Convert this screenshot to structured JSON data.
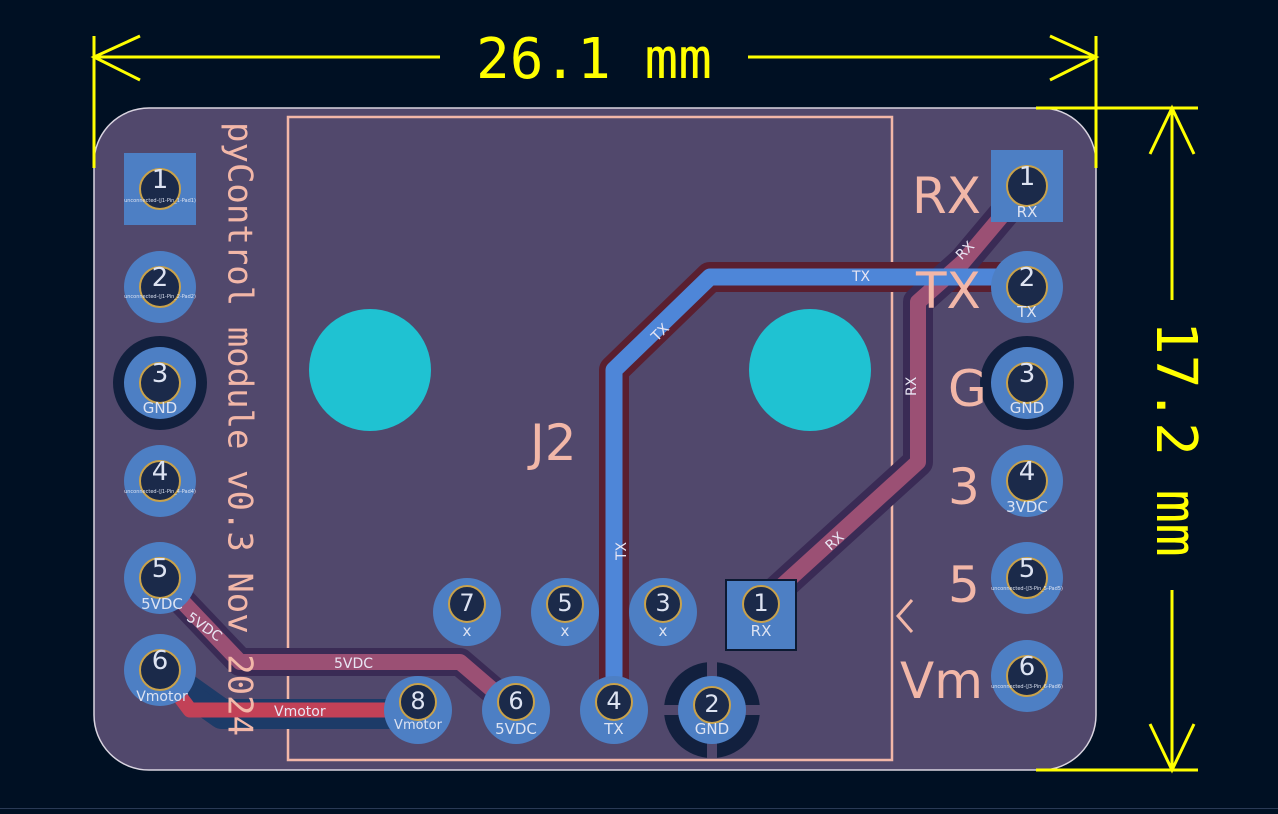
{
  "colors": {
    "background": "#001023",
    "board_fill": "#51486c",
    "dimension": "#ffff00",
    "silkscreen": "#f2b7a8",
    "copper_front": "#c24157",
    "copper_back": "#4e86d8",
    "pad_fill": "#4d7fc4",
    "pad_ring": "#c9a24a",
    "hole": "#1fc2d2"
  },
  "dimensions": {
    "width_label": "26.1 mm",
    "height_label": "17.2 mm"
  },
  "silkscreen": {
    "module_text": "pyControl module v0.3 Nov 2024",
    "ref_designator": "J2",
    "right_labels": [
      "RX",
      "TX",
      "G",
      "3",
      "5",
      "Vm"
    ]
  },
  "left_header": {
    "pins": [
      {
        "number": "1",
        "net": "unconnected-(J1-Pin_1-Pad1)"
      },
      {
        "number": "2",
        "net": "unconnected-(J1-Pin_2-Pad2)"
      },
      {
        "number": "3",
        "net": "GND"
      },
      {
        "number": "4",
        "net": "unconnected-(J1-Pin_4-Pad4)"
      },
      {
        "number": "5",
        "net": "5VDC"
      },
      {
        "number": "6",
        "net": "Vmotor"
      }
    ]
  },
  "right_header": {
    "pins": [
      {
        "number": "1",
        "net": "RX"
      },
      {
        "number": "2",
        "net": "TX"
      },
      {
        "number": "3",
        "net": "GND"
      },
      {
        "number": "4",
        "net": "3VDC"
      },
      {
        "number": "5",
        "net": "unconnected-(J3-Pin_5-Pad5)"
      },
      {
        "number": "6",
        "net": "unconnected-(J3-Pin_6-Pad6)"
      }
    ]
  },
  "j2_connector": {
    "pins": [
      {
        "number": "1",
        "net": "RX"
      },
      {
        "number": "2",
        "net": "GND"
      },
      {
        "number": "3",
        "net": "x"
      },
      {
        "number": "4",
        "net": "TX"
      },
      {
        "number": "5",
        "net": "x"
      },
      {
        "number": "6",
        "net": "5VDC"
      },
      {
        "number": "7",
        "net": "x"
      },
      {
        "number": "8",
        "net": "Vmotor"
      }
    ]
  },
  "trace_labels": {
    "tx_top": "TX",
    "tx_diag": "TX",
    "tx_vertical": "TX",
    "rx_short": "RX",
    "rx_vertical": "RX",
    "rx_diag": "RX",
    "vdc_left": "5VDC",
    "vdc_mid": "5VDC",
    "vmotor": "Vmotor"
  }
}
